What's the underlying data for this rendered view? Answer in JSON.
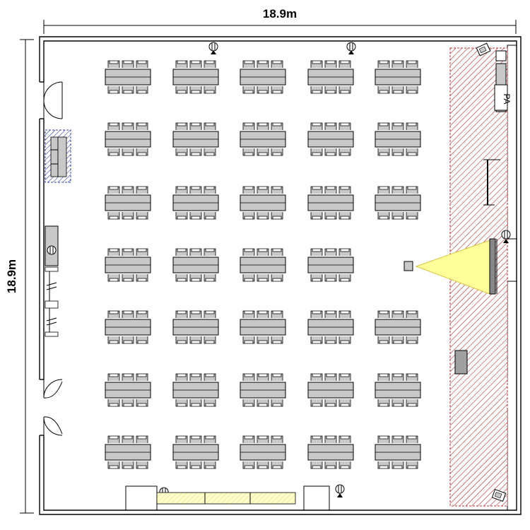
{
  "dimensions": {
    "width_label": "18.9m",
    "height_label": "18.9m"
  },
  "pa_label": "PA",
  "seating": {
    "columns": 5,
    "rows": 7,
    "missing": [
      [
        3,
        4
      ]
    ],
    "chairs_per_side": 3
  },
  "colors": {
    "table_fill": "#c8c8c8",
    "stage_hatch": "#b03030",
    "projection_fill": "#ffff99",
    "counter_fill": "#ffffcc",
    "storage_hatch": "#3040a0"
  },
  "icons": [
    "door-swing-icon",
    "power-outlet-icon",
    "speaker-icon",
    "projector-icon",
    "screen-icon",
    "podium-icon"
  ]
}
